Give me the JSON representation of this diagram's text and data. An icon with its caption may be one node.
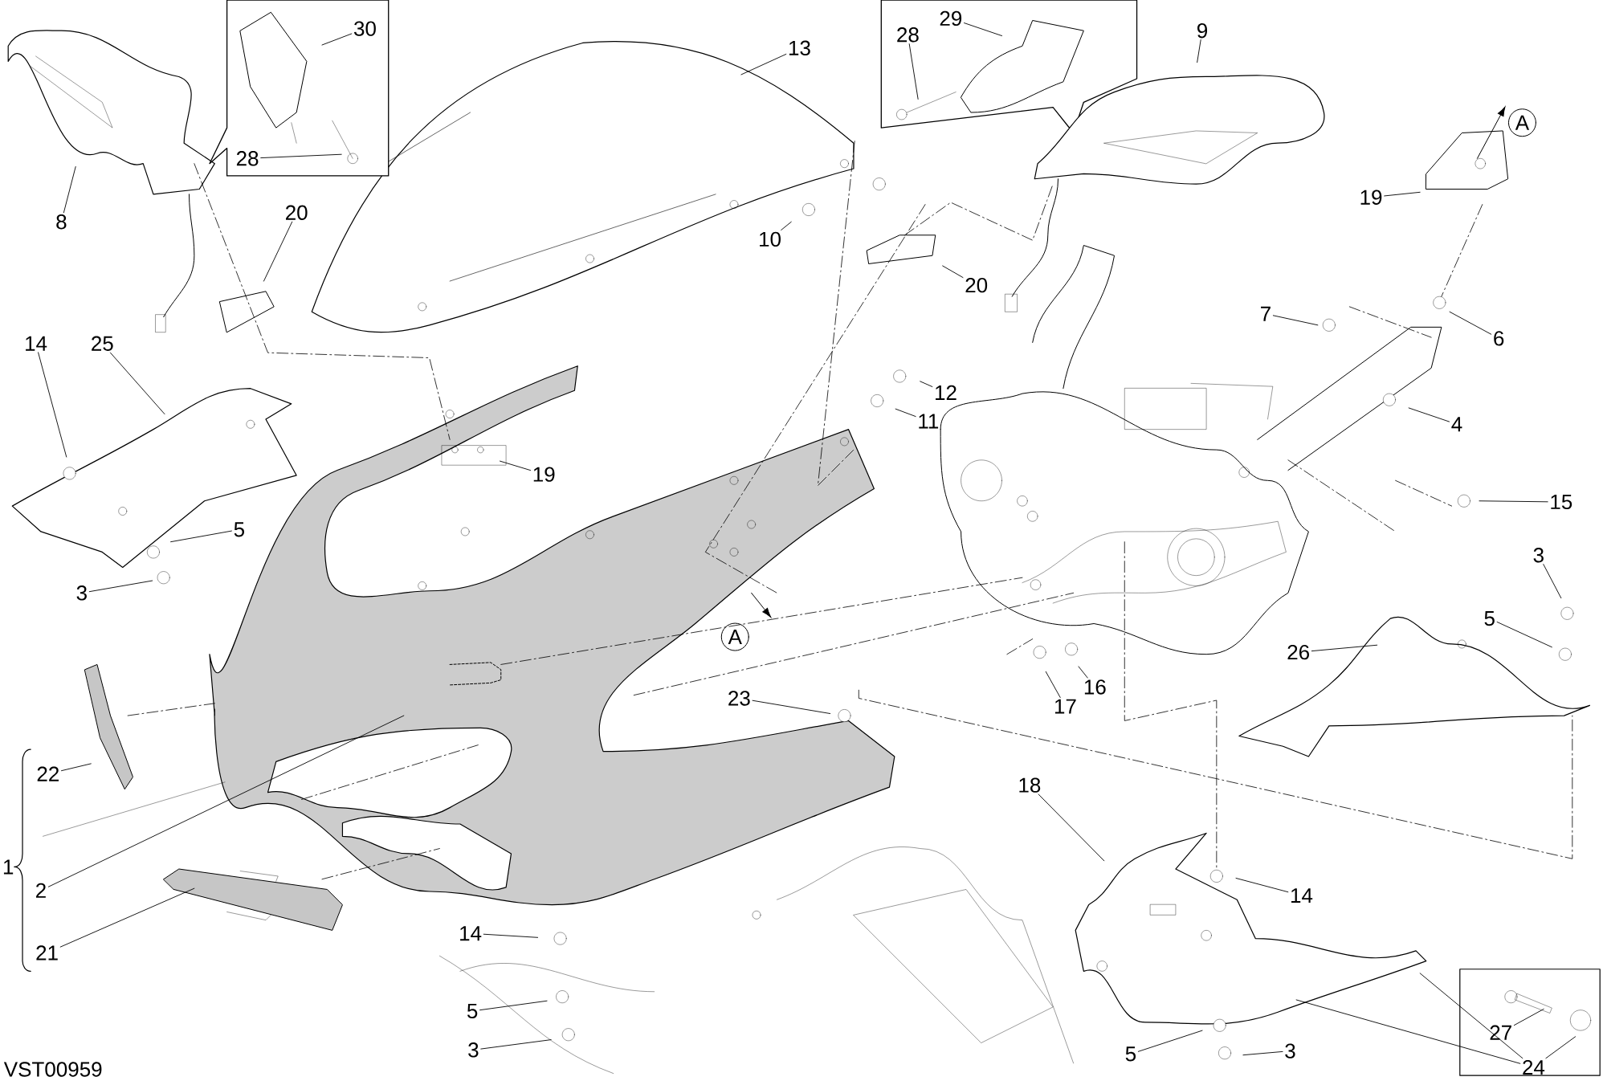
{
  "diagram": {
    "nodes": [
      {
        "text": [
          "30"
        ]
      },
      {
        "text": [
          "28"
        ]
      },
      {
        "text": [
          "8"
        ]
      },
      {
        "text": [
          "20"
        ]
      },
      {
        "text": [
          "13"
        ]
      },
      {
        "text": [
          "10"
        ]
      },
      {
        "text": [
          "28"
        ]
      },
      {
        "text": [
          "29"
        ]
      },
      {
        "text": [
          "9"
        ]
      },
      {
        "text": [
          "19"
        ]
      },
      {
        "text": [
          "20"
        ]
      },
      {
        "text": [
          "7"
        ]
      },
      {
        "text": [
          "6"
        ]
      },
      {
        "text": [
          "4"
        ]
      },
      {
        "text": [
          "12"
        ]
      },
      {
        "text": [
          "11"
        ]
      },
      {
        "text": [
          "14"
        ]
      },
      {
        "text": [
          "25"
        ]
      },
      {
        "text": [
          "19"
        ]
      },
      {
        "text": [
          "5"
        ]
      },
      {
        "text": [
          "3"
        ]
      },
      {
        "text": [
          "15"
        ]
      },
      {
        "text": [
          "3"
        ]
      },
      {
        "text": [
          "5"
        ]
      },
      {
        "text": [
          "26"
        ]
      },
      {
        "text": [
          "16"
        ]
      },
      {
        "text": [
          "17"
        ]
      },
      {
        "text": [
          "23"
        ]
      },
      {
        "text": [
          "22"
        ]
      },
      {
        "text": [
          "1"
        ]
      },
      {
        "text": [
          "2"
        ]
      },
      {
        "text": [
          "21"
        ]
      },
      {
        "text": [
          "18"
        ]
      },
      {
        "text": [
          "14"
        ]
      },
      {
        "text": [
          "14"
        ]
      },
      {
        "text": [
          "5"
        ]
      },
      {
        "text": [
          "3"
        ]
      },
      {
        "text": [
          "5"
        ]
      },
      {
        "text": [
          "3"
        ]
      },
      {
        "text": [
          "27"
        ]
      },
      {
        "text": [
          "24"
        ]
      }
    ],
    "edges": [
      {
        "from": 0,
        "to": null,
        "arrow": "none"
      },
      {
        "from": 1,
        "to": null,
        "arrow": "none"
      },
      {
        "from": 2,
        "to": null,
        "arrow": "none"
      },
      {
        "from": 3,
        "to": null,
        "arrow": "none"
      },
      {
        "from": 4,
        "to": null,
        "arrow": "none"
      },
      {
        "from": 5,
        "to": null,
        "arrow": "none"
      },
      {
        "from": 6,
        "to": null,
        "arrow": "none"
      },
      {
        "from": 7,
        "to": null,
        "arrow": "none"
      },
      {
        "from": 8,
        "to": null,
        "arrow": "none"
      },
      {
        "from": 9,
        "to": null,
        "arrow": "none"
      },
      {
        "from": 10,
        "to": null,
        "arrow": "none"
      },
      {
        "from": 11,
        "to": null,
        "arrow": "none"
      },
      {
        "from": 12,
        "to": null,
        "arrow": "none"
      },
      {
        "from": 13,
        "to": null,
        "arrow": "none"
      },
      {
        "from": 14,
        "to": null,
        "arrow": "none"
      },
      {
        "from": 15,
        "to": null,
        "arrow": "none"
      },
      {
        "from": 16,
        "to": null,
        "arrow": "none"
      },
      {
        "from": 17,
        "to": null,
        "arrow": "none"
      },
      {
        "from": 18,
        "to": null,
        "arrow": "none"
      },
      {
        "from": 19,
        "to": null,
        "arrow": "none"
      },
      {
        "from": 20,
        "to": null,
        "arrow": "none"
      },
      {
        "from": 21,
        "to": null,
        "arrow": "none"
      },
      {
        "from": 22,
        "to": null,
        "arrow": "none"
      },
      {
        "from": 23,
        "to": null,
        "arrow": "none"
      },
      {
        "from": 24,
        "to": null,
        "arrow": "none"
      },
      {
        "from": 25,
        "to": null,
        "arrow": "none"
      },
      {
        "from": 26,
        "to": null,
        "arrow": "none"
      },
      {
        "from": 27,
        "to": null,
        "arrow": "none"
      },
      {
        "from": 28,
        "to": null,
        "arrow": "none"
      },
      {
        "from": 30,
        "to": null,
        "arrow": "none"
      },
      {
        "from": 31,
        "to": null,
        "arrow": "none"
      },
      {
        "from": 32,
        "to": null,
        "arrow": "none"
      },
      {
        "from": 33,
        "to": null,
        "arrow": "none"
      },
      {
        "from": 34,
        "to": null,
        "arrow": "none"
      },
      {
        "from": 35,
        "to": null,
        "arrow": "none"
      },
      {
        "from": 36,
        "to": null,
        "arrow": "none"
      },
      {
        "from": 37,
        "to": null,
        "arrow": "none"
      },
      {
        "from": 38,
        "to": null,
        "arrow": "none"
      },
      {
        "from": 39,
        "to": null,
        "arrow": "none"
      },
      {
        "from": 40,
        "to": null,
        "arrow": "none"
      },
      {
        "from": 40,
        "to": null,
        "arrow": "none"
      },
      {
        "from": 40,
        "to": null,
        "arrow": "none"
      }
    ],
    "labels": [
      "A",
      "A",
      "VST00959"
    ]
  }
}
